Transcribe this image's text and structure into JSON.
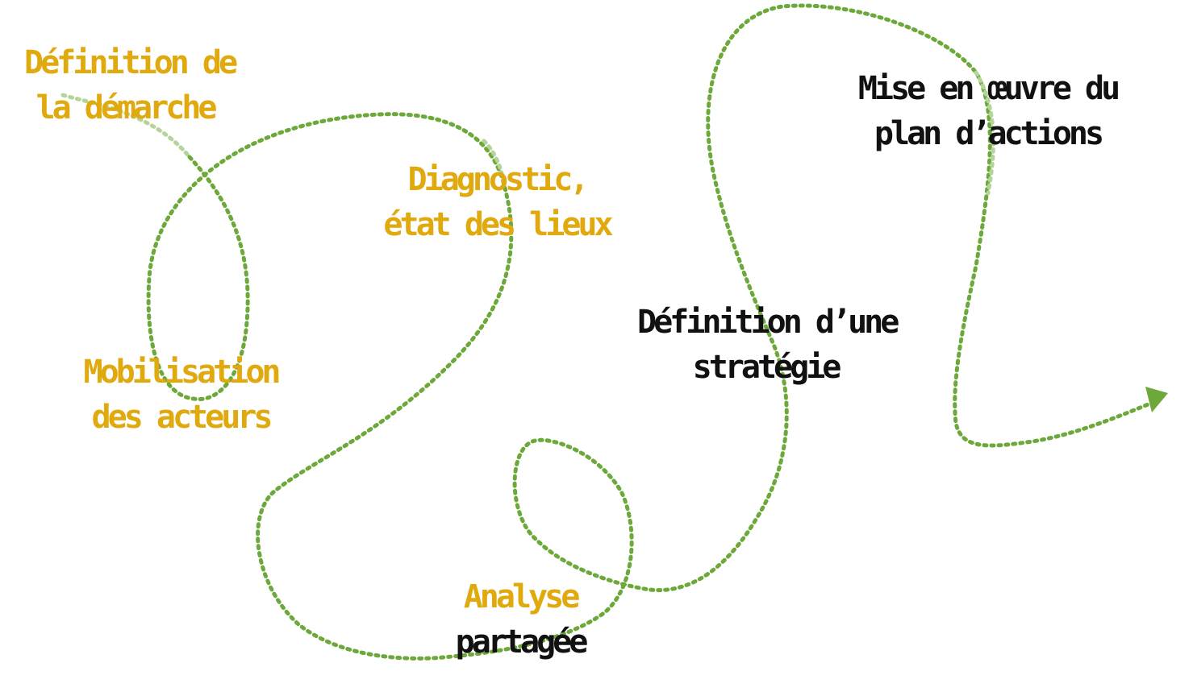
{
  "colors": {
    "path_green": "#6da83b",
    "path_light_green": "#b5d49a",
    "label_gold": "#e0a90d",
    "label_black": "#111111",
    "arrow_green": "#6da83b"
  },
  "steps": [
    {
      "id": "definition-demarche",
      "lines": [
        "Définition de",
        "la démarche"
      ],
      "colors": [
        "#e0a90d",
        "#e0a90d"
      ]
    },
    {
      "id": "mobilisation-acteurs",
      "lines": [
        "Mobilisation",
        "des acteurs"
      ],
      "colors": [
        "#e0a90d",
        "#e0a90d"
      ]
    },
    {
      "id": "diagnostic",
      "lines": [
        "Diagnostic,",
        "état des lieux"
      ],
      "colors": [
        "#e0a90d",
        "#e0a90d"
      ]
    },
    {
      "id": "analyse-partagee",
      "lines": [
        "Analyse",
        "partagée"
      ],
      "colors": [
        "#e0a90d",
        "#111111"
      ]
    },
    {
      "id": "definition-strategie",
      "lines": [
        "Définition d’une",
        "stratégie"
      ],
      "colors": [
        "#111111",
        "#111111"
      ]
    },
    {
      "id": "mise-en-oeuvre",
      "lines": [
        "Mise en œuvre du",
        "plan d’actions"
      ],
      "colors": [
        "#111111",
        "#111111"
      ]
    }
  ],
  "icons": {
    "path": "dotted-journey-path",
    "end": "arrow-head-icon"
  }
}
